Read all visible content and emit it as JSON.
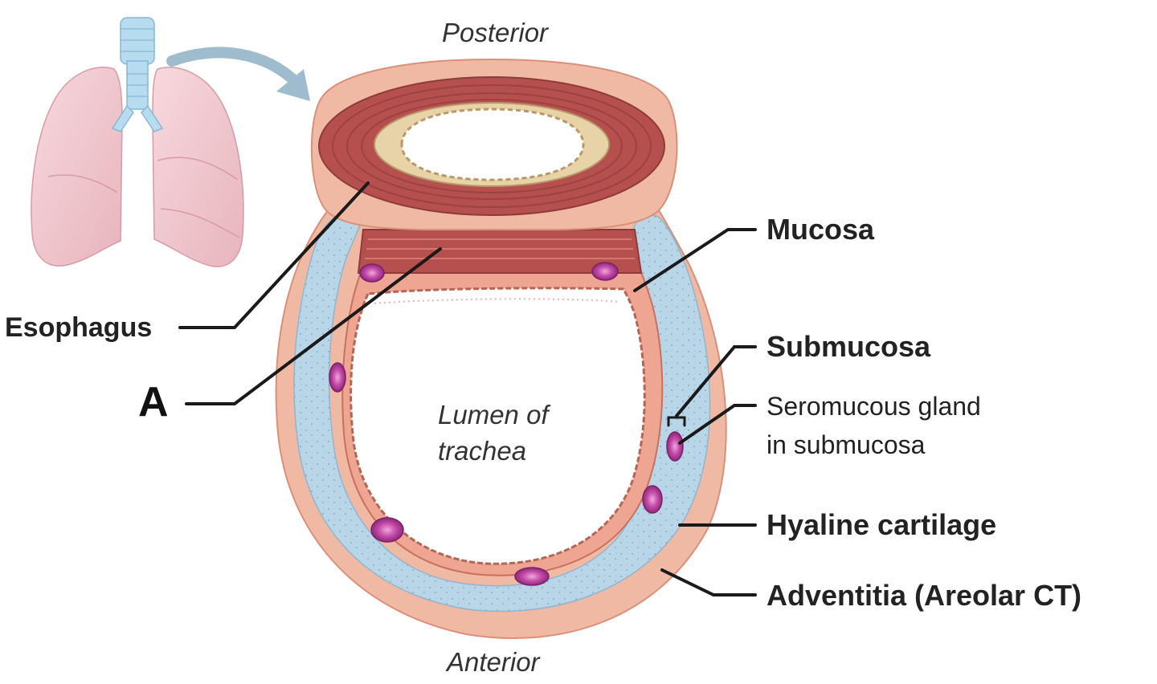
{
  "orientation": {
    "top": "Posterior",
    "bottom": "Anterior"
  },
  "lumen": {
    "line1": "Lumen of",
    "line2": "trachea"
  },
  "labels": {
    "esophagus": "Esophagus",
    "a": "A",
    "mucosa": "Mucosa",
    "submucosa": "Submucosa",
    "gland_line1": "Seromucous gland",
    "gland_line2": "in submucosa",
    "cartilage": "Hyaline cartilage",
    "adventitia": "Adventitia (Areolar CT)"
  },
  "colors": {
    "adventitia": "#f0b9a4",
    "cartilage": "#b9d6e8",
    "mucosa": "#eea592",
    "muscle": "#b5504f",
    "gland": "#b23b98",
    "lung": "#f2c8cf",
    "trachea_icon": "#b7dbef"
  }
}
